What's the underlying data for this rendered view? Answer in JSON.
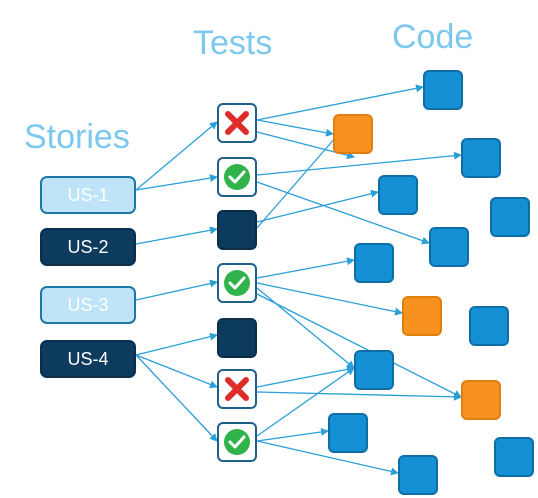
{
  "headings": {
    "stories": "Stories",
    "tests": "Tests",
    "code": "Code"
  },
  "stories": [
    {
      "id": "US-1",
      "style": "light"
    },
    {
      "id": "US-2",
      "style": "dark"
    },
    {
      "id": "US-3",
      "style": "light"
    },
    {
      "id": "US-4",
      "style": "dark"
    }
  ],
  "tests": [
    {
      "status": "fail"
    },
    {
      "status": "pass"
    },
    {
      "status": "none"
    },
    {
      "status": "pass"
    },
    {
      "status": "none"
    },
    {
      "status": "fail"
    },
    {
      "status": "pass"
    }
  ],
  "code_units": [
    {
      "color": "blue"
    },
    {
      "color": "orange"
    },
    {
      "color": "blue"
    },
    {
      "color": "blue"
    },
    {
      "color": "blue"
    },
    {
      "color": "blue"
    },
    {
      "color": "blue"
    },
    {
      "color": "orange"
    },
    {
      "color": "blue"
    },
    {
      "color": "blue"
    },
    {
      "color": "orange"
    },
    {
      "color": "blue"
    },
    {
      "color": "blue"
    },
    {
      "color": "blue"
    }
  ],
  "colors": {
    "heading": "#7cc8ee",
    "connector": "#2a9fd8",
    "code_blue": "#1590d4",
    "code_orange": "#f7921e",
    "story_light": "#bfe3f7",
    "story_dark": "#0d3b5e",
    "fail_mark": "#e02b2b",
    "pass_mark": "#2fb34a"
  },
  "icons": {
    "fail": "red-x-icon",
    "pass": "green-check-icon"
  }
}
